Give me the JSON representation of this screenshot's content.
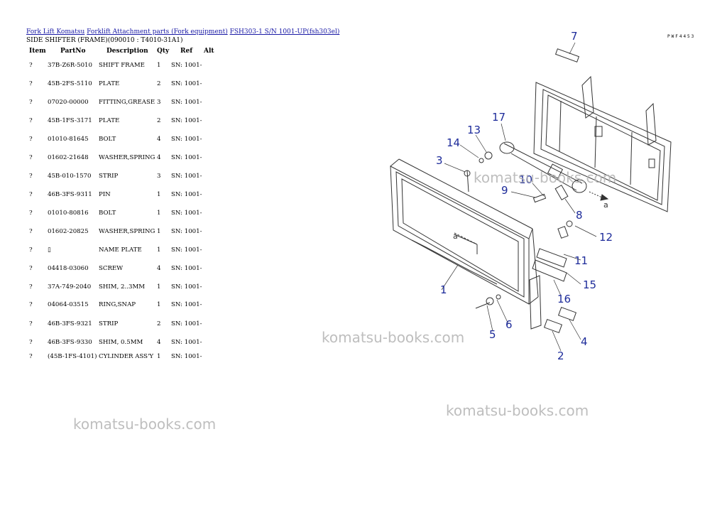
{
  "breadcrumb": {
    "link1": "Fork Lift Komatsu",
    "link2": "Forklift Attachment parts (Fork equipment)",
    "link3": "FSH303-1 S/N 1001-UP(fsh303el)"
  },
  "subtitle": "SIDE SHIFTER (FRAME)(090010 : T4010-31A1)",
  "columns": {
    "item": "Item",
    "partno": "PartNo",
    "description": "Description",
    "qty": "Qty",
    "ref": "Ref",
    "alt": "Alt"
  },
  "rows": [
    {
      "item": "?",
      "partno": "37B-Z6R-5010",
      "description": "SHIFT FRAME",
      "qty": "1",
      "ref": "SN: 1001-"
    },
    {
      "item": "?",
      "partno": "45B-2FS-5110",
      "description": "PLATE",
      "qty": "2",
      "ref": "SN: 1001-"
    },
    {
      "item": "?",
      "partno": "07020-00000",
      "description": "FITTING,GREASE",
      "qty": "3",
      "ref": "SN: 1001-"
    },
    {
      "item": "?",
      "partno": "45B-1FS-3171",
      "description": "PLATE",
      "qty": "2",
      "ref": "SN: 1001-"
    },
    {
      "item": "?",
      "partno": "01010-81645",
      "description": "BOLT",
      "qty": "4",
      "ref": "SN: 1001-"
    },
    {
      "item": "?",
      "partno": "01602-21648",
      "description": "WASHER,SPRING",
      "qty": "4",
      "ref": "SN: 1001-"
    },
    {
      "item": "?",
      "partno": "45B-010-1570",
      "description": "STRIP",
      "qty": "3",
      "ref": "SN: 1001-"
    },
    {
      "item": "?",
      "partno": "46B-3FS-9311",
      "description": "PIN",
      "qty": "1",
      "ref": "SN: 1001-"
    },
    {
      "item": "?",
      "partno": "01010-80816",
      "description": "BOLT",
      "qty": "1",
      "ref": "SN: 1001-"
    },
    {
      "item": "?",
      "partno": "01602-20825",
      "description": "WASHER,SPRING",
      "qty": "1",
      "ref": "SN: 1001-"
    },
    {
      "item": "?",
      "partno": "▯",
      "description": "NAME PLATE",
      "qty": "1",
      "ref": "SN: 1001-"
    },
    {
      "item": "?",
      "partno": "04418-03060",
      "description": "SCREW",
      "qty": "4",
      "ref": "SN: 1001-"
    },
    {
      "item": "?",
      "partno": "37A-749-2040",
      "description": "SHIM, 2..3MM",
      "qty": "1",
      "ref": "SN: 1001-"
    },
    {
      "item": "?",
      "partno": "04064-03515",
      "description": "RING,SNAP",
      "qty": "1",
      "ref": "SN: 1001-"
    },
    {
      "item": "?",
      "partno": "46B-3FS-9321",
      "description": "STRIP",
      "qty": "2",
      "ref": "SN: 1001-"
    },
    {
      "item": "?",
      "partno": "46B-3FS-9330",
      "description": "SHIM, 0.5MM",
      "qty": "4",
      "ref": "SN: 1001-"
    },
    {
      "item": "?",
      "partno": "(45B-1FS-4101)",
      "description": "CYLINDER ASS'Y",
      "qty": "1",
      "ref": "SN: 1001-"
    }
  ],
  "diagram": {
    "code": "PWF4453",
    "callouts": [
      "7",
      "17",
      "13",
      "14",
      "3",
      "10",
      "9",
      "8",
      "12",
      "11",
      "15",
      "16",
      "1",
      "6",
      "5",
      "4",
      "2"
    ],
    "arrow_label": "a"
  },
  "watermarks": [
    "komatsu-books.com",
    "komatsu-books.com",
    "komatsu-books.com",
    "komatsu-books.com"
  ],
  "colors": {
    "link": "#1a1aa6",
    "callout": "#1d2b9a",
    "watermark": "#b3b3b3"
  }
}
